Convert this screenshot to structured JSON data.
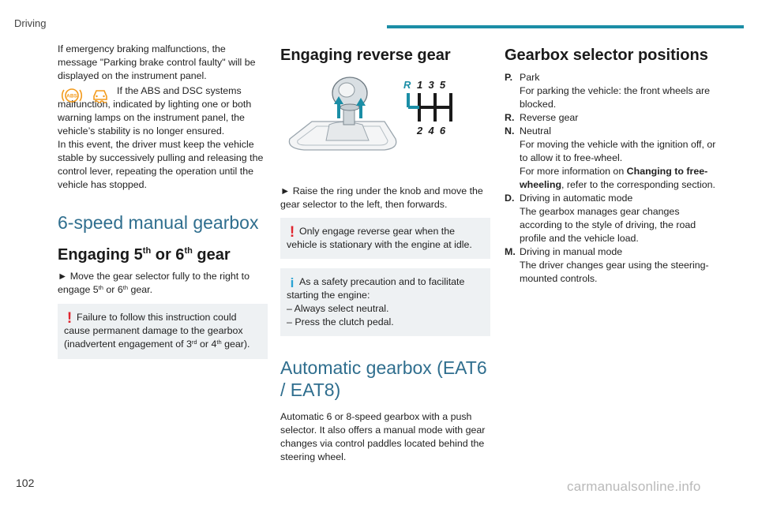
{
  "header": {
    "section": "Driving",
    "accent_color": "#1b8ea6"
  },
  "footer": {
    "page_number": "102",
    "watermark": "carmanualsonline.info"
  },
  "col1": {
    "p1": "If emergency braking malfunctions, the message \"Parking brake control faulty\" will be displayed on the instrument panel.",
    "p2_lead": "If the ABS and DSC systems malfunction, indicated by lighting one or both warning lamps on the instrument panel, the vehicle’s stability is no longer ensured.",
    "p3": "In this event, the driver must keep the vehicle stable by successively pulling and releasing the control lever, repeating the operation until the vehicle has stopped.",
    "section_title": "6-speed manual gearbox",
    "sub_title_a": "Engaging 5",
    "sub_title_sup1": "th",
    "sub_title_b": " or 6",
    "sub_title_sup2": "th",
    "sub_title_c": " gear",
    "instr_a": "► Move the gear selector fully to the right to engage 5",
    "instr_sup1": "th",
    "instr_b": " or 6",
    "instr_sup2": "th",
    "instr_c": " gear.",
    "warn_a": "Failure to follow this instruction could cause permanent damage to the gearbox (inadvertent engagement of 3",
    "warn_sup1": "rd",
    "warn_b": " or 4",
    "warn_sup2": "th",
    "warn_c": " gear)."
  },
  "col2": {
    "title": "Engaging reverse gear",
    "gear_labels": {
      "R": "R",
      "top": "1  3  5",
      "bottom": "2  4  6"
    },
    "instr": "► Raise the ring under the knob and move the gear selector to the left, then forwards.",
    "warn": "Only engage reverse gear when the vehicle is stationary with the engine at idle.",
    "info_lead": "As a safety precaution and to facilitate starting the engine:",
    "info_items": [
      "– Always select neutral.",
      "– Press the clutch pedal."
    ],
    "auto_title": "Automatic gearbox (EAT6 / EAT8)",
    "auto_text": "Automatic 6 or 8-speed gearbox with a push selector. It also offers a manual mode with gear changes via control paddles located behind the steering wheel."
  },
  "col3": {
    "title": "Gearbox selector positions",
    "items": [
      {
        "key": "P.",
        "text": "Park",
        "detail": "For parking the vehicle: the front wheels are blocked."
      },
      {
        "key": "R.",
        "text": "Reverse gear"
      },
      {
        "key": "N.",
        "text": "Neutral",
        "detail": "For moving the vehicle with the ignition off, or to allow it to free-wheel.",
        "more_a": "For more information on ",
        "more_bold": "Changing to free-wheeling",
        "more_b": ", refer to the corresponding section."
      },
      {
        "key": "D.",
        "text": "Driving in automatic mode",
        "detail": "The gearbox manages gear changes according to the style of driving, the road profile and the vehicle load."
      },
      {
        "key": "M.",
        "text": "Driving in manual mode",
        "detail": "The driver changes gear using the steering-mounted controls."
      }
    ]
  },
  "icons": {
    "abs": "abs-warning-icon",
    "dsc": "dsc-warning-icon",
    "warn_color": "#f39a1b"
  }
}
